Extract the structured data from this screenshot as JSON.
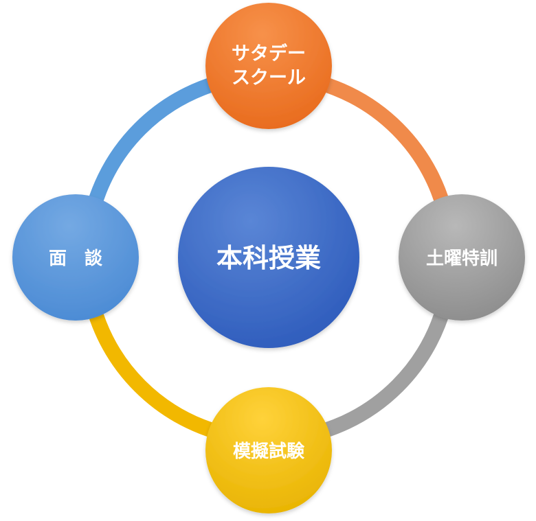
{
  "center": {
    "label": "本科授業",
    "color_top": "#5a86d6",
    "color_bottom": "#2e5cbc"
  },
  "nodes": {
    "top": {
      "lines": [
        "サタデー",
        "スクール"
      ],
      "color_top": "#f7914a",
      "color_bottom": "#e86a1c"
    },
    "right": {
      "label": "土曜特訓",
      "color_top": "#b8b8b8",
      "color_bottom": "#8c8c8c"
    },
    "bottom": {
      "label": "模擬試験",
      "color_top": "#ffd23a",
      "color_bottom": "#e8b300"
    },
    "left": {
      "label": "面　談",
      "color_top": "#74a9e3",
      "color_bottom": "#4a8ad4"
    }
  },
  "ring_colors": {
    "top_right": "#f08a4a",
    "bottom_right": "#a0a0a0",
    "bottom_left": "#f2b800",
    "top_left": "#5b9ddc"
  }
}
